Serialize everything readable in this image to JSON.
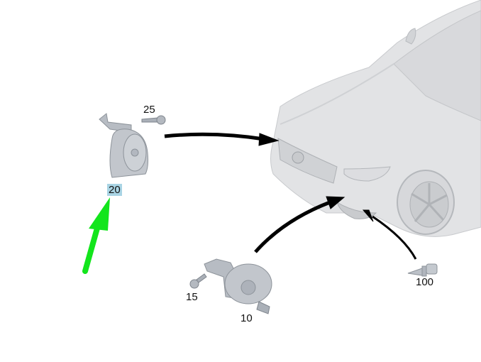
{
  "diagram": {
    "type": "exploded parts diagram",
    "subject": "vehicle horn installation, front bumper",
    "colors": {
      "part_fill": "#c2c6cc",
      "part_stroke": "#8d939a",
      "car_fill": "#e2e3e5",
      "car_stroke": "#c4c6c9",
      "arrow": "#000000",
      "pointer_arrow": "#13e51c",
      "label_highlight": "#a9d4e4"
    },
    "parts": [
      {
        "id": "horn_high",
        "label": "20",
        "highlighted": true,
        "description": "horn with bracket"
      },
      {
        "id": "screw_25",
        "label": "25",
        "highlighted": false,
        "description": "screw"
      },
      {
        "id": "horn_low",
        "label": "10",
        "highlighted": false,
        "description": "horn with bracket and connector"
      },
      {
        "id": "screw_15",
        "label": "15",
        "highlighted": false,
        "description": "bolt"
      },
      {
        "id": "clip_100",
        "label": "100",
        "highlighted": false,
        "description": "expanding rivet"
      }
    ],
    "labels": {
      "p20": "20",
      "p25": "25",
      "p10": "10",
      "p15": "15",
      "p100": "100"
    }
  }
}
